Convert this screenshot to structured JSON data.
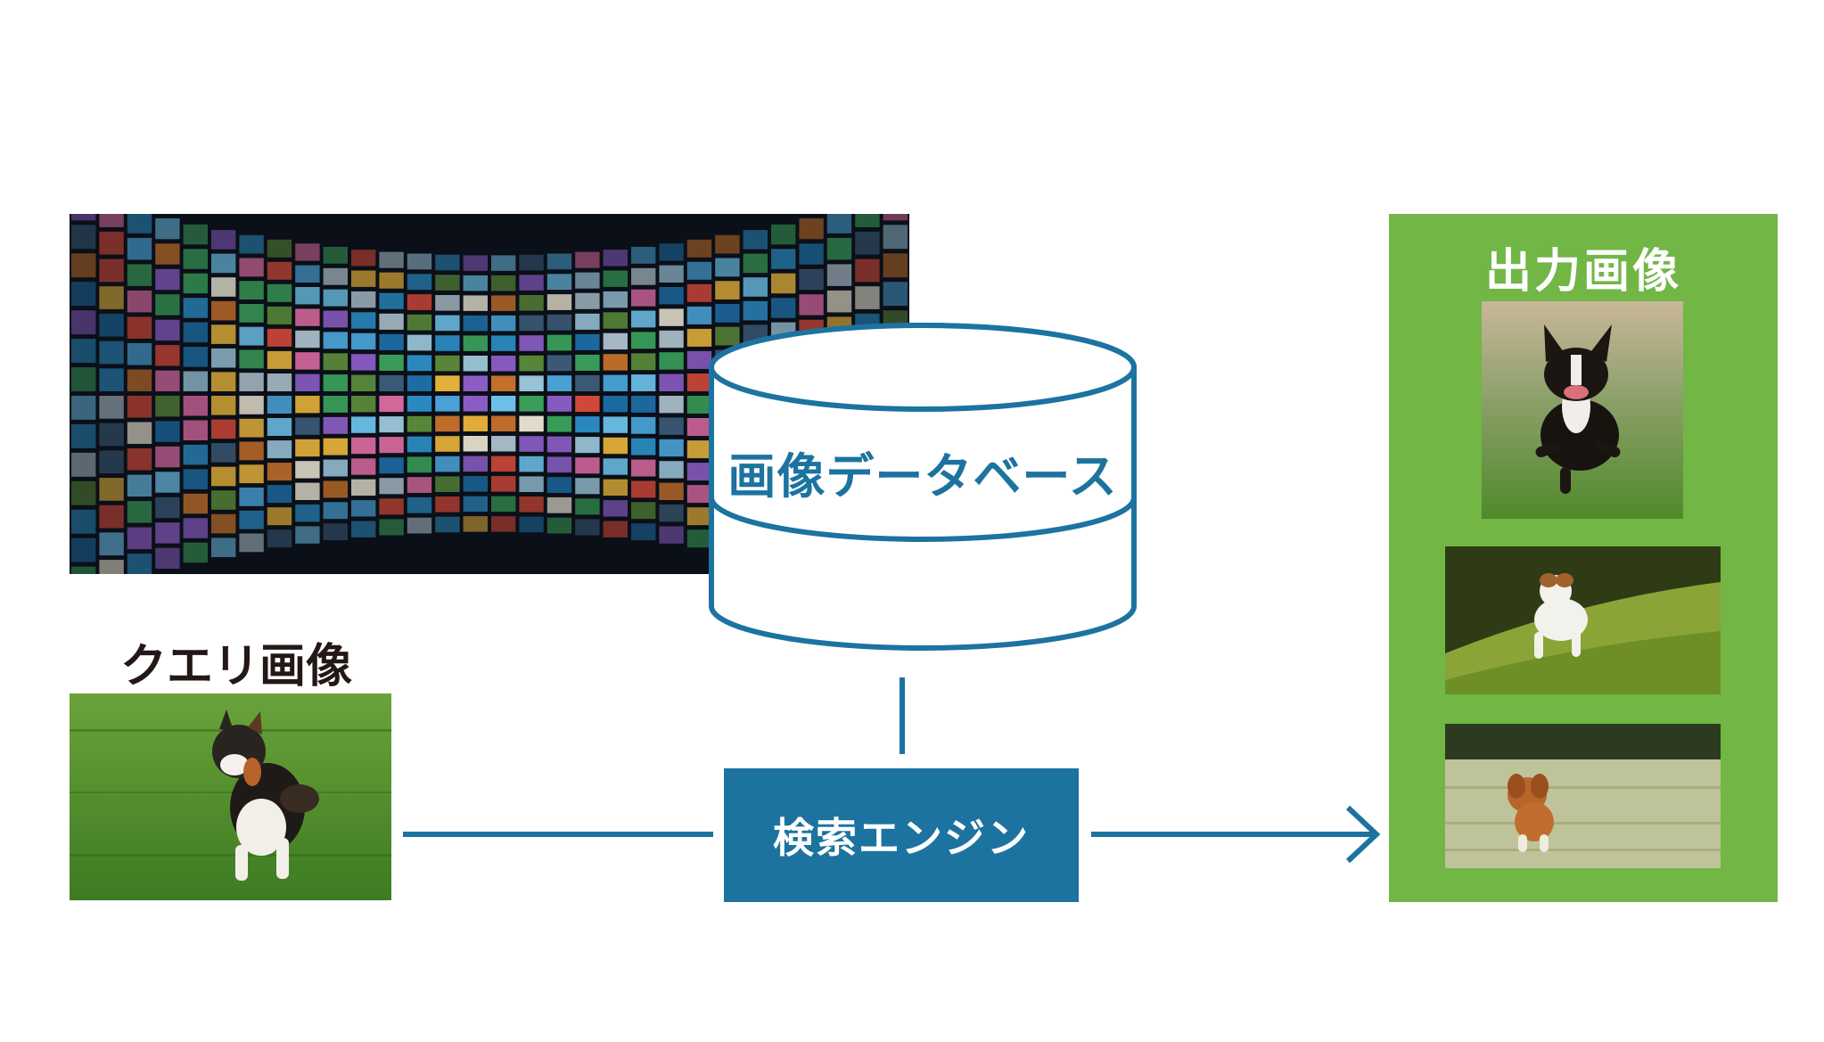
{
  "database": {
    "label": "画像データベース"
  },
  "query": {
    "title": "クエリ画像"
  },
  "engine": {
    "label": "検索エンジン"
  },
  "output": {
    "title": "出力画像"
  },
  "colors": {
    "accent_blue": "#1c73a0",
    "output_green": "#72b646",
    "text_dark": "#231815"
  },
  "icons": {
    "arrow": "arrow-right-icon",
    "database": "database-cylinder-icon"
  }
}
